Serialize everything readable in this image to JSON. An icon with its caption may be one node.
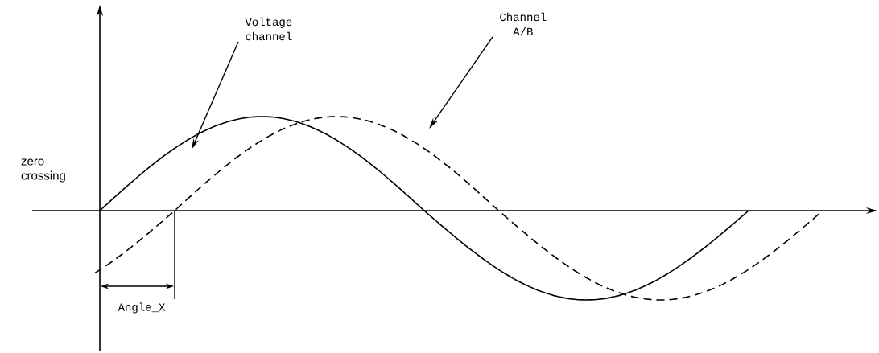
{
  "diagram": {
    "nodes": [
      {
        "text": [
          "Voltage channel"
        ]
      },
      {
        "text": [
          "Channel A/B"
        ]
      }
    ],
    "edges": [
      {
        "from": 0,
        "to": null,
        "arrow": "to"
      },
      {
        "from": 1,
        "to": null,
        "arrow": "to"
      }
    ],
    "labels": [
      "zero-crossing",
      "Angle_X"
    ]
  }
}
